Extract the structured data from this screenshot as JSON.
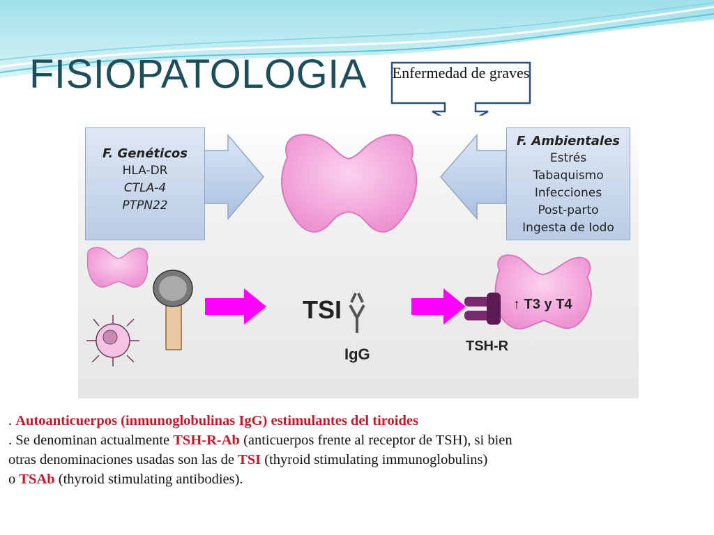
{
  "slide": {
    "title": "FISIOPATOLOGIA",
    "callout": "Enfermedad de graves"
  },
  "diagram": {
    "genetic": {
      "heading": "F. Genéticos",
      "items": [
        "HLA-DR",
        "CTLA-4",
        "PTPN22"
      ]
    },
    "environmental": {
      "heading": "F. Ambientales",
      "items": [
        "Estrés",
        "Tabaquismo",
        "Infecciones",
        "Post-parto",
        "Ingesta de Iodo"
      ]
    },
    "tsi_label": "TSI",
    "igg_label": "IgG",
    "tshr_label": "TSH-R",
    "hormones_label": "↑ T3 y T4",
    "colors": {
      "thyroid": "#f4a8dc",
      "magenta_arrow": "#ff00ff",
      "receptor": "#7a2a6e",
      "box_fill": "#c9d7ec",
      "title": "#1f4e5b",
      "highlight": "#c0182b"
    }
  },
  "body": {
    "line1_prefix": ". ",
    "line1_red": "Autoanticuerpos (inmunoglobulinas IgG) estimulantes del tiroides",
    "line2_prefix": ". Se denominan actualmente ",
    "line2_red": "TSH-R-Ab",
    "line2_suffix": " (anticuerpos frente al receptor de TSH), si bien",
    "line3_prefix": "otras denominaciones usadas son las de ",
    "line3_red": "TSI",
    "line3_suffix": " (thyroid stimulating immunoglobulins)",
    "line4_prefix": "o ",
    "line4_red": "TSAb",
    "line4_suffix": " (thyroid stimulating antibodies)."
  }
}
